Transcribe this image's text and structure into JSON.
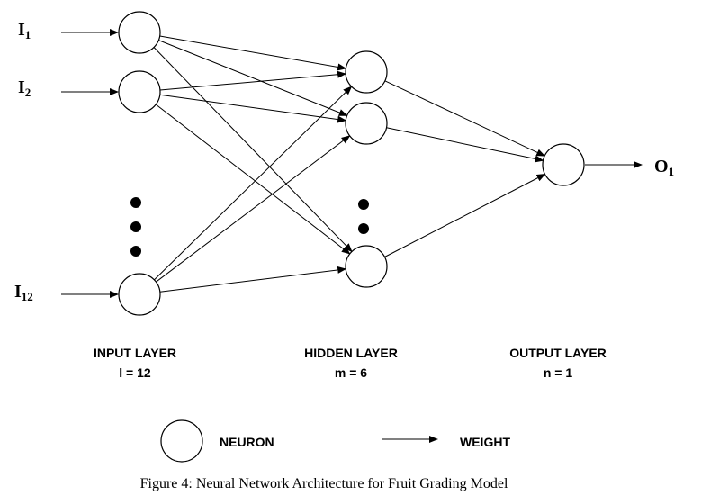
{
  "inputs": [
    {
      "base": "I",
      "sub": "1"
    },
    {
      "base": "I",
      "sub": "2"
    },
    {
      "base": "I",
      "sub": "12"
    }
  ],
  "output": {
    "base": "O",
    "sub": "1"
  },
  "layers": {
    "input": {
      "title": "INPUT LAYER",
      "param": "l = 12"
    },
    "hidden": {
      "title": "HIDDEN LAYER",
      "param": "m = 6"
    },
    "output": {
      "title": "OUTPUT LAYER",
      "param": "n = 1"
    }
  },
  "legend": {
    "neuron_label": "NEURON",
    "weight_label": "WEIGHT"
  },
  "caption": "Figure 4: Neural Network Architecture for Fruit Grading Model"
}
